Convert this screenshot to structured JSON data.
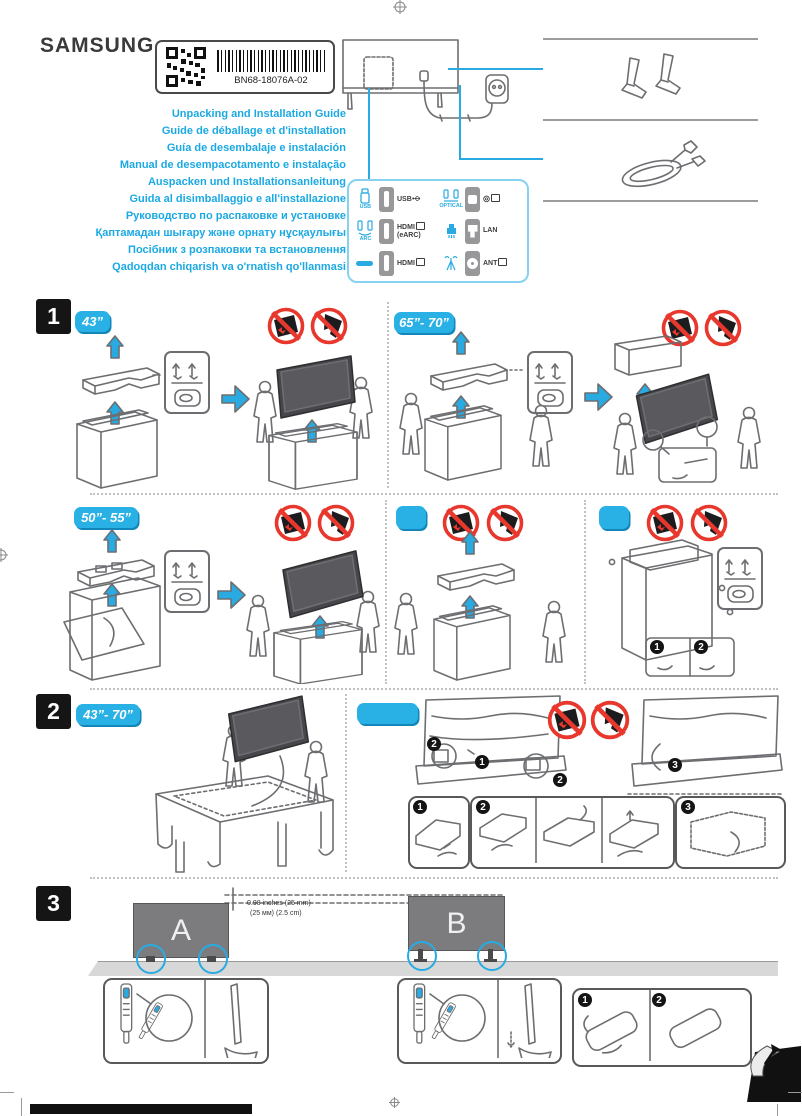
{
  "page": {
    "brand": "SAMSUNG",
    "part_number": "BN68-18076A-02"
  },
  "titles": [
    "Unpacking and Installation Guide",
    "Guide de déballage et d'installation",
    "Guía de desembalaje e instalación",
    "Manual de desempacotamento e instalação",
    "Auspacken und Installationsanleitung",
    "Guida al disimballaggio e all'installazione",
    "Руководство по распаковке и установке",
    "Қаптамадан шығару және орнату нұсқаулығы",
    "Посібник з розпаковки та встановлення",
    "Qadoqdan chiqarish va o'rnatish qo'llanmasi"
  ],
  "ports_panel": {
    "cells": [
      {
        "caption": "USB",
        "label": "USB"
      },
      {
        "caption": "ARC",
        "label": "HDMI",
        "sublabel": "(eARC)"
      },
      {
        "caption": "",
        "label": "HDMI"
      },
      {
        "caption": "OPTICAL",
        "label": ""
      },
      {
        "caption": "",
        "label": "LAN"
      },
      {
        "caption": "",
        "label": "ANT"
      }
    ]
  },
  "sections": {
    "one": {
      "number": "1",
      "sizes": {
        "s43": "43”",
        "s65_70": "65”- 70”",
        "s50_55": "50”- 55”"
      }
    },
    "two": {
      "number": "2",
      "sizes": {
        "s43_70": "43”- 70”"
      }
    },
    "three": {
      "number": "3",
      "stand_a": "A",
      "stand_b": "B",
      "measure_line1": "0.98 inches (25 mm)",
      "measure_line2": "(25 мм) (2.5 cm)"
    }
  },
  "steps": {
    "n1": "1",
    "n2": "2",
    "n3": "3"
  },
  "colors": {
    "accent_cyan": "#29abe2",
    "title_cyan": "#1ba9e3",
    "prohibition_red": "#e8372c",
    "tv_gray": "#7c7c7f"
  }
}
